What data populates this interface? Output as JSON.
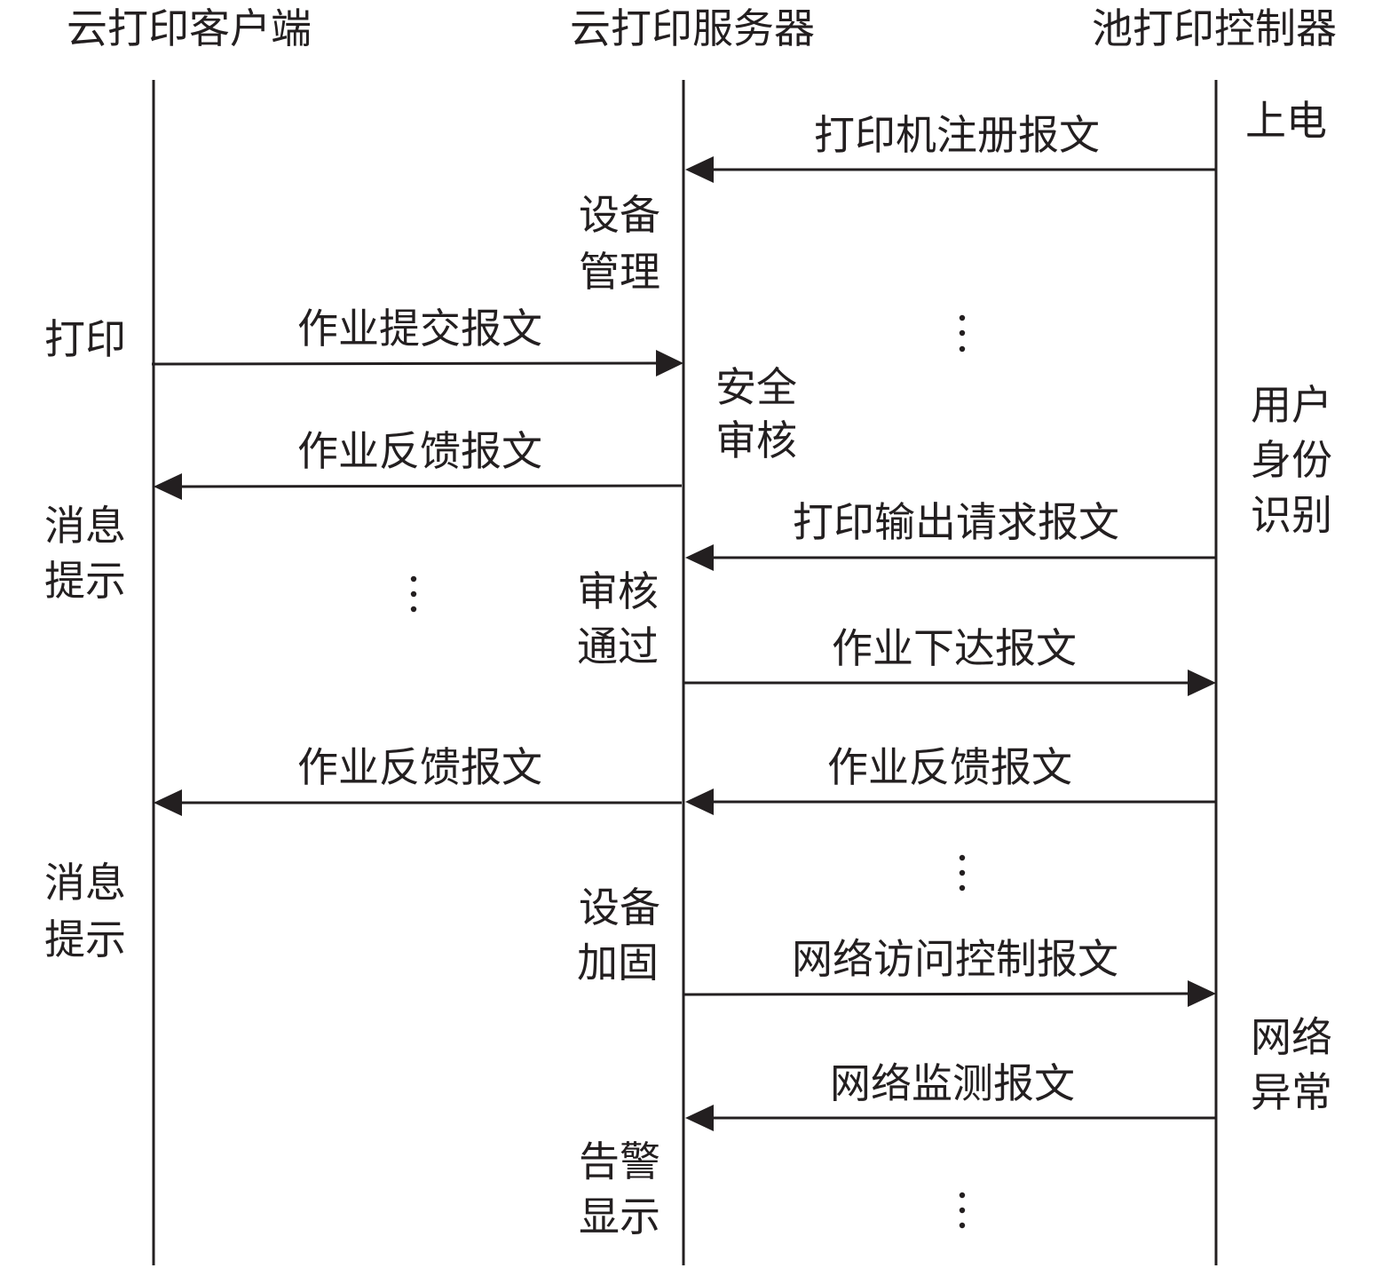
{
  "participants": {
    "client": "云打印客户端",
    "server": "云打印服务器",
    "controller": "池打印控制器"
  },
  "messages": [
    {
      "label": "打印机注册报文",
      "from": "controller",
      "to": "server"
    },
    {
      "label": "作业提交报文",
      "from": "client",
      "to": "server"
    },
    {
      "label": "作业反馈报文",
      "from": "server",
      "to": "client"
    },
    {
      "label": "打印输出请求报文",
      "from": "controller",
      "to": "server"
    },
    {
      "label": "作业下达报文",
      "from": "server",
      "to": "controller"
    },
    {
      "label": "作业反馈报文",
      "from": "server",
      "to": "client"
    },
    {
      "label": "作业反馈报文",
      "from": "controller",
      "to": "server"
    },
    {
      "label": "网络访问控制报文",
      "from": "server",
      "to": "controller"
    },
    {
      "label": "网络监测报文",
      "from": "controller",
      "to": "server"
    }
  ],
  "notes": {
    "client_print": [
      "打印"
    ],
    "client_msg_1": [
      "消息",
      "提示"
    ],
    "client_msg_2": [
      "消息",
      "提示"
    ],
    "server_device_mgmt": [
      "设备",
      "管理"
    ],
    "server_security_audit": [
      "安全",
      "审核"
    ],
    "server_audit_passed": [
      "审核",
      "通过"
    ],
    "server_device_hardening": [
      "设备",
      "加固"
    ],
    "server_alarm_display": [
      "告警",
      "显示"
    ],
    "controller_power_on": [
      "上电"
    ],
    "controller_user_id": [
      "用户",
      "身份",
      "识别"
    ],
    "controller_network_error": [
      "网络",
      "异常"
    ]
  }
}
